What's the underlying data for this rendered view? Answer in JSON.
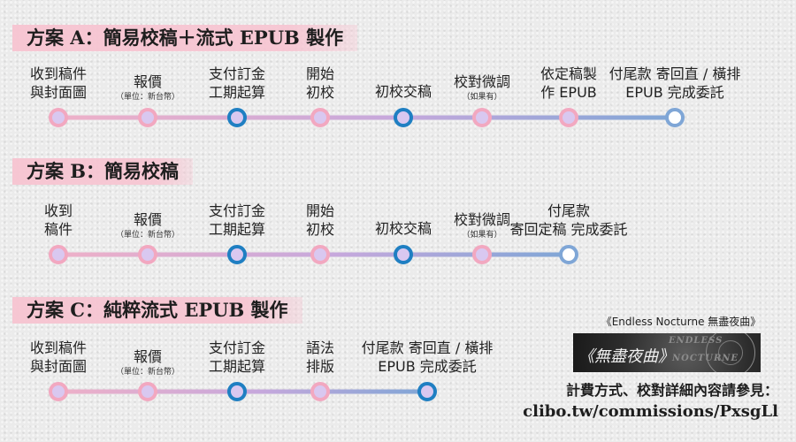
{
  "palette": {
    "pink": "#f2a8c0",
    "light_purple": "#d9c8f0",
    "blue": "#1f7fc2",
    "line_pink": "#eeb0c8",
    "line_purple": "#c6a8dc",
    "line_blue": "#7fa6d6"
  },
  "plans": [
    {
      "title": "方案 A：簡易校稿＋流式 EPUB 製作",
      "steps": [
        {
          "lines": [
            "收到稿件",
            "與封面圖"
          ],
          "sub": "",
          "ring": "#f2a8c0",
          "fill": "#d9c8f0"
        },
        {
          "lines": [
            "報價"
          ],
          "sub": "（單位：新台幣）",
          "ring": "#f2a8c0",
          "fill": "#d9c8f0"
        },
        {
          "lines": [
            "支付訂金",
            "工期起算"
          ],
          "sub": "",
          "ring": "#1f7fc2",
          "fill": "#d9c8f0"
        },
        {
          "lines": [
            "開始",
            "初校"
          ],
          "sub": "",
          "ring": "#f2a8c0",
          "fill": "#d9c8f0"
        },
        {
          "lines": [
            "初校交稿"
          ],
          "sub": "",
          "ring": "#1f7fc2",
          "fill": "#d9c8f0"
        },
        {
          "lines": [
            "校對微調"
          ],
          "sub": "（如果有）",
          "ring": "#f2a8c0",
          "fill": "#d9c8f0"
        },
        {
          "lines": [
            "依定稿製",
            "作 EPUB"
          ],
          "sub": "",
          "ring": "#f2a8c0",
          "fill": "#d9c8f0"
        },
        {
          "lines": [
            "付尾款 寄回直 / 橫排",
            "EPUB 完成委託"
          ],
          "sub": "",
          "ring": "#7fa6d6",
          "fill": "#ffffff"
        }
      ]
    },
    {
      "title": "方案 B：簡易校稿",
      "steps": [
        {
          "lines": [
            "收到",
            "稿件"
          ],
          "sub": "",
          "ring": "#f2a8c0",
          "fill": "#d9c8f0"
        },
        {
          "lines": [
            "報價"
          ],
          "sub": "（單位：新台幣）",
          "ring": "#f2a8c0",
          "fill": "#d9c8f0"
        },
        {
          "lines": [
            "支付訂金",
            "工期起算"
          ],
          "sub": "",
          "ring": "#1f7fc2",
          "fill": "#d9c8f0"
        },
        {
          "lines": [
            "開始",
            "初校"
          ],
          "sub": "",
          "ring": "#f2a8c0",
          "fill": "#d9c8f0"
        },
        {
          "lines": [
            "初校交稿"
          ],
          "sub": "",
          "ring": "#1f7fc2",
          "fill": "#d9c8f0"
        },
        {
          "lines": [
            "校對微調"
          ],
          "sub": "（如果有）",
          "ring": "#f2a8c0",
          "fill": "#d9c8f0"
        },
        {
          "lines": [
            "付尾款",
            "寄回定稿 完成委託"
          ],
          "sub": "",
          "ring": "#7fa6d6",
          "fill": "#ffffff"
        }
      ]
    },
    {
      "title": "方案 C：純粹流式 EPUB 製作",
      "steps": [
        {
          "lines": [
            "收到稿件",
            "與封面圖"
          ],
          "sub": "",
          "ring": "#f2a8c0",
          "fill": "#d9c8f0"
        },
        {
          "lines": [
            "報價"
          ],
          "sub": "（單位：新台幣）",
          "ring": "#f2a8c0",
          "fill": "#d9c8f0"
        },
        {
          "lines": [
            "支付訂金",
            "工期起算"
          ],
          "sub": "",
          "ring": "#1f7fc2",
          "fill": "#d9c8f0"
        },
        {
          "lines": [
            "語法",
            "排版"
          ],
          "sub": "",
          "ring": "#f2a8c0",
          "fill": "#d9c8f0"
        },
        {
          "lines": [
            "付尾款 寄回直 / 橫排",
            "EPUB 完成委託"
          ],
          "sub": "",
          "ring": "#1f7fc2",
          "fill": "#d9c8f0"
        }
      ]
    }
  ],
  "brand": {
    "caption": "《Endless Nocturne 無盡夜曲》",
    "logo_word_top": "ENDLESS",
    "logo_word_main": "《無盡夜曲》",
    "logo_word_bottom": "NOCTURNE"
  },
  "info": {
    "line1": "計費方式、校對詳細內容請參見：",
    "line2": "clibo.tw/commissions/PxsgLl"
  }
}
